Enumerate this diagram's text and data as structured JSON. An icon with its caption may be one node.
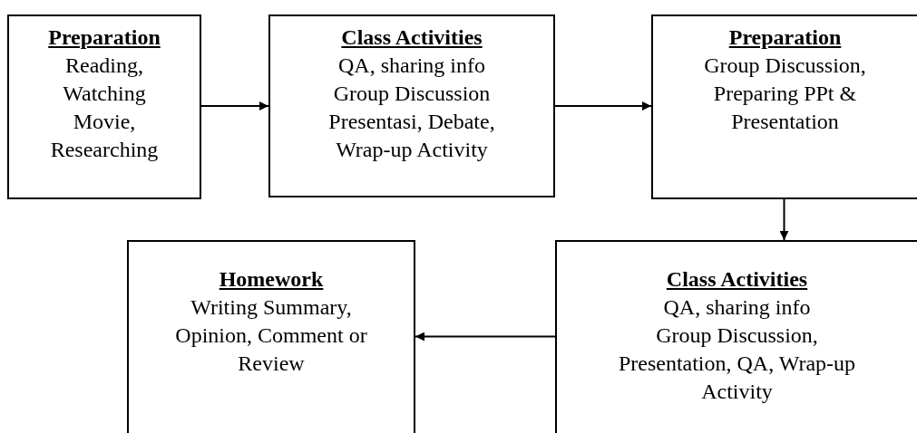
{
  "diagram": {
    "nodes": [
      {
        "text": [
          "Preparation",
          "Reading, Watching Movie, Researching"
        ]
      },
      {
        "text": [
          "Class Activities",
          "QA, sharing info",
          "Group Discussion",
          "Presentasi, Debate, Wrap-up Activity"
        ]
      },
      {
        "text": [
          "Preparation",
          "Group Discussion, Preparing PPt & Presentation"
        ]
      },
      {
        "text": [
          "Class Activities",
          "QA, sharing info",
          "Group Discussion, Presentation, QA, Wrap-up Activity"
        ]
      },
      {
        "text": [
          "Homework",
          "Writing Summary, Opinion, Comment or Review"
        ]
      }
    ],
    "edges": [
      {
        "from": 0,
        "to": 1,
        "arrow": "to"
      },
      {
        "from": 1,
        "to": 2,
        "arrow": "to"
      },
      {
        "from": 2,
        "to": 3,
        "arrow": "to"
      },
      {
        "from": 3,
        "to": 4,
        "arrow": "to"
      }
    ]
  }
}
